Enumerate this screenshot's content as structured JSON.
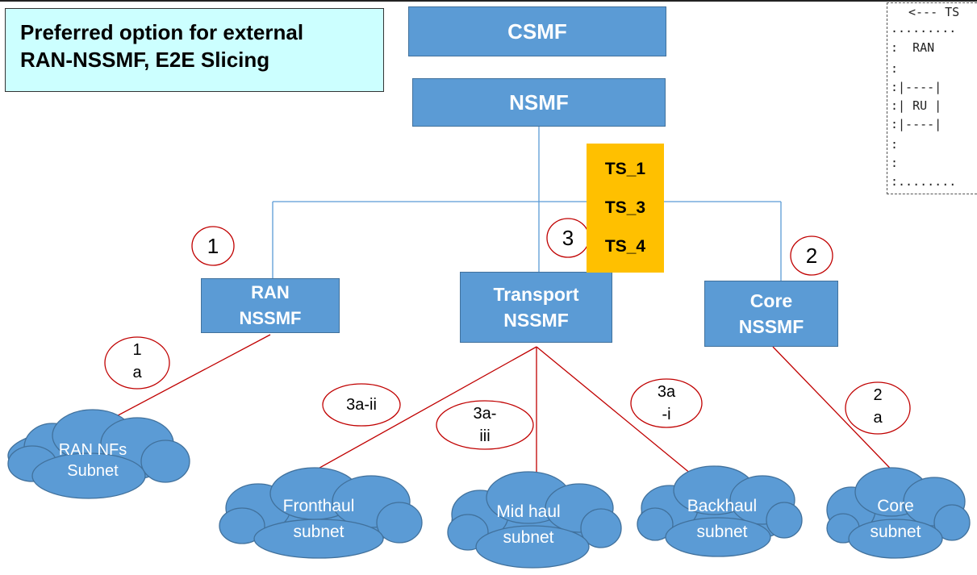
{
  "title": {
    "line1": "Preferred option for external",
    "line2": "RAN-NSSMF, E2E Slicing"
  },
  "boxes": {
    "csmf": "CSMF",
    "nsmf": "NSMF",
    "ran_nssmf": [
      "RAN",
      "NSSMF"
    ],
    "transport_nssmf": [
      "Transport",
      "NSSMF"
    ],
    "core_nssmf": [
      "Core",
      "NSSMF"
    ]
  },
  "ts_labels": [
    "TS_1",
    "TS_3",
    "TS_4"
  ],
  "callouts": {
    "c1": "1",
    "c2": "2",
    "c3": "3",
    "c1a": [
      "1",
      "a"
    ],
    "c2a": [
      "2",
      "a"
    ],
    "c3a_ii": "3a-ii",
    "c3a_iii": [
      "3a-",
      "iii"
    ],
    "c3a_i": [
      "3a",
      "-i"
    ]
  },
  "subnets": {
    "ran_nfs": [
      "RAN NFs",
      "Subnet"
    ],
    "fronthaul": [
      "Fronthaul",
      "subnet"
    ],
    "midhaul": [
      "Mid haul",
      "subnet"
    ],
    "backhaul": [
      "Backhaul",
      "subnet"
    ],
    "core": [
      "Core",
      "subnet"
    ]
  },
  "inset": {
    "row1": "<--- TS",
    "row2": ".........",
    "row3": ":  RAN",
    "row4": ":",
    "row5": ":|----|",
    "row6": ":| RU |",
    "row7": ":|----|",
    "row8": ":",
    "row9": ":",
    "row10": ":........"
  },
  "colors": {
    "box_fill": "#5b9bd5",
    "ts_fill": "#ffc000",
    "title_fill": "#ccffff",
    "connector_blue": "#5b9bd5",
    "connector_red": "#c00000"
  }
}
